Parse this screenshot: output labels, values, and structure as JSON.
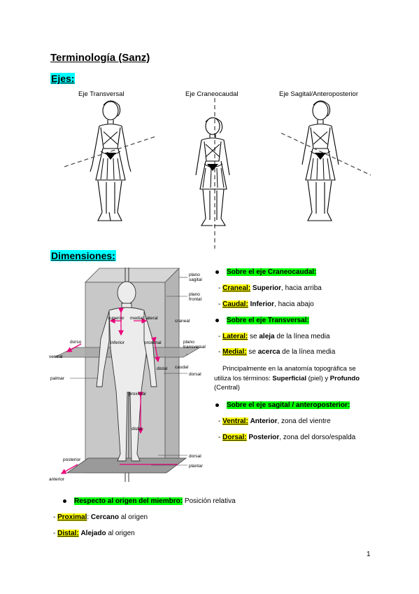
{
  "title": "Terminología (Sanz)",
  "ejes": {
    "heading": "Ejes:",
    "labels": [
      "Eje Transversal",
      "Eje Craneocaudal",
      "Eje Sagital/Anteroposterior"
    ]
  },
  "dimensiones": {
    "heading": "Dimensiones:",
    "figure_labels": {
      "plano_sagital": "plano\nsagital",
      "plano_frontal": "plano\nfrontal",
      "superior": "superior",
      "medial": "medial",
      "lateral": "lateral",
      "craneal": "craneal",
      "dorso": "dorso",
      "inferior": "inferior",
      "proximal_arm": "proximal",
      "plano_transversal": "plano\ntransversal",
      "ventral": "ventral",
      "distal_arm": "distal",
      "caudal": "caudal",
      "palmar": "palmar",
      "dorsal_hand": "dorsal",
      "proximal_leg": "proximal",
      "distal_leg": "distal",
      "posterior": "posterior",
      "anterior": "anterior",
      "dorsal_foot": "dorsal",
      "plantar": "plantar"
    },
    "craneocaudal": {
      "heading": "Sobre el eje Craneocaudal:",
      "craneal_term": "Craneal:",
      "craneal_bold": "Superior",
      "craneal_rest": ", hacia arriba",
      "caudal_term": "Caudal:",
      "caudal_bold": "Inferior",
      "caudal_rest": ", hacia abajo"
    },
    "transversal": {
      "heading": "Sobre el eje Transversal:",
      "lateral_term": "Lateral:",
      "lateral_pre": " se ",
      "lateral_bold": "aleja",
      "lateral_rest": " de la línea media",
      "medial_term": "Medial:",
      "medial_pre": " se ",
      "medial_bold": "acerca",
      "medial_rest": " de la línea media"
    },
    "paragraph": {
      "t1": "Principalmente en la anatomía topográfica se utiliza los términos: ",
      "b1": "Superficial",
      "t2": " (piel) y ",
      "b2": "Profundo",
      "t3": " (Central)"
    },
    "sagital": {
      "heading": "Sobre el eje sagital / anteroposterior:",
      "ventral_term": "Ventral:",
      "ventral_bold": "Anterior",
      "ventral_rest": ", zona del vientre",
      "dorsal_term": "Dorsal:",
      "dorsal_bold": "Posterior",
      "dorsal_rest": ", zona del dorso/espalda"
    }
  },
  "miembro": {
    "heading": "Respecto al origen del miembro:",
    "heading_rest": " Posición relativa",
    "proximal_term": "Proximal",
    "proximal_colon": ":",
    "proximal_bold": "Cercano",
    "proximal_rest": " al origen",
    "distal_term": "Distal:",
    "distal_bold": "Alejado",
    "distal_rest": " al origen"
  },
  "page_number": "1",
  "colors": {
    "cyan": "#00ffff",
    "green": "#00ff00",
    "yellow": "#ffff00",
    "arrow": "#e8007a"
  }
}
